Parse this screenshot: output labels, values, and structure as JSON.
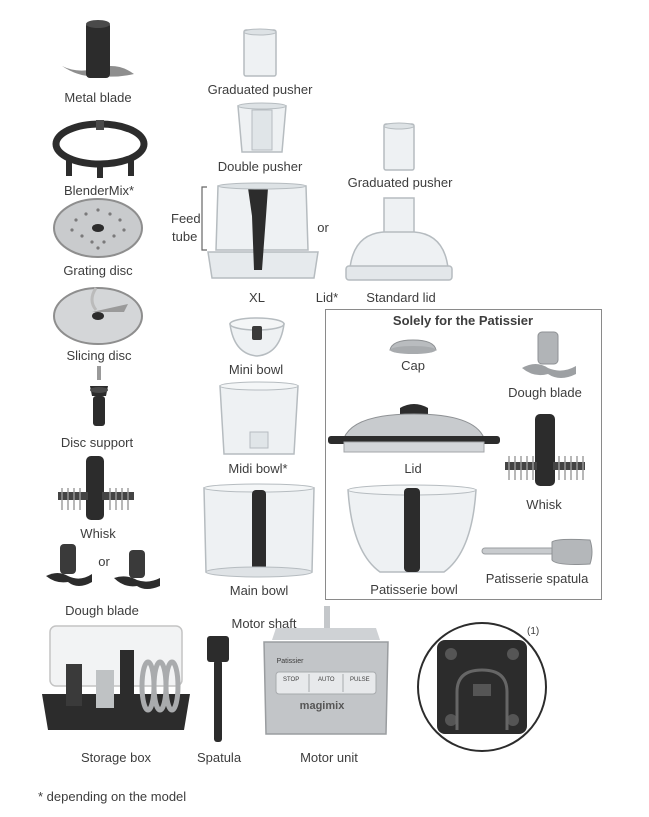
{
  "labels": {
    "metal_blade": "Metal blade",
    "blendermix": "BlenderMix*",
    "grating_disc": "Grating disc",
    "slicing_disc": "Slicing disc",
    "disc_support": "Disc support",
    "whisk_left": "Whisk",
    "or_dough": "or",
    "dough_blade_left": "Dough blade",
    "storage_box": "Storage box",
    "graduated_pusher_top": "Graduated pusher",
    "double_pusher": "Double pusher",
    "feed_tube_1": "Feed",
    "feed_tube_2": "tube",
    "xl": "XL",
    "or_lid": "or",
    "lid": "Lid*",
    "graduated_pusher_right": "Graduated pusher",
    "standard_lid": "Standard lid",
    "mini_bowl": "Mini bowl",
    "midi_bowl": "Midi bowl*",
    "main_bowl": "Main bowl",
    "spatula": "Spatula",
    "motor_shaft": "Motor shaft",
    "motor_unit": "Motor unit",
    "footnote_ref": "(1)",
    "footnote": "* depending on the model"
  },
  "patissier": {
    "title": "Solely for the Patissier",
    "cap": "Cap",
    "dough_blade": "Dough blade",
    "lid": "Lid",
    "whisk": "Whisk",
    "bowl": "Patisserie bowl",
    "spatula": "Patisserie spatula"
  },
  "motor_buttons": [
    "STOP",
    "AUTO",
    "PULSE"
  ],
  "motor_brand": "magimix",
  "motor_model": "Patissier",
  "colors": {
    "text": "#3d3d3d",
    "part_dark": "#2c2c2c",
    "clear_plastic": "#e9edf0",
    "steel": "#b9bcbf",
    "box_border": "#8a8a8a"
  }
}
